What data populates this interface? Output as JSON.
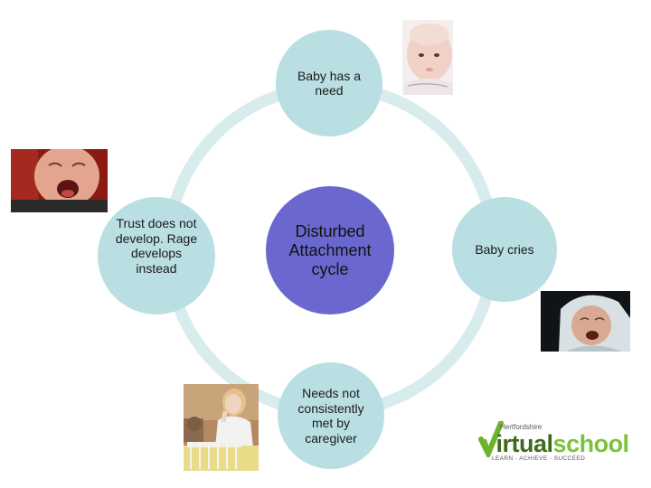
{
  "diagram": {
    "nodes": {
      "top": "Baby has a need",
      "right": "Baby cries",
      "bottom": "Needs not consistently met by caregiver",
      "left": "Trust does not develop. Rage develops instead"
    },
    "center": "Disturbed Attachment cycle"
  },
  "logo": {
    "small_text": "Hertfordshire",
    "first_letter": "v",
    "word_a": "irtual",
    "word_b": "school",
    "tagline": "LEARN · ACHIEVE · SUCCEED"
  },
  "colors": {
    "node_fill": "#b9dfe3",
    "ring": "#d8ecee",
    "center_fill": "#6a68cf",
    "logo_green": "#6cb42c"
  }
}
